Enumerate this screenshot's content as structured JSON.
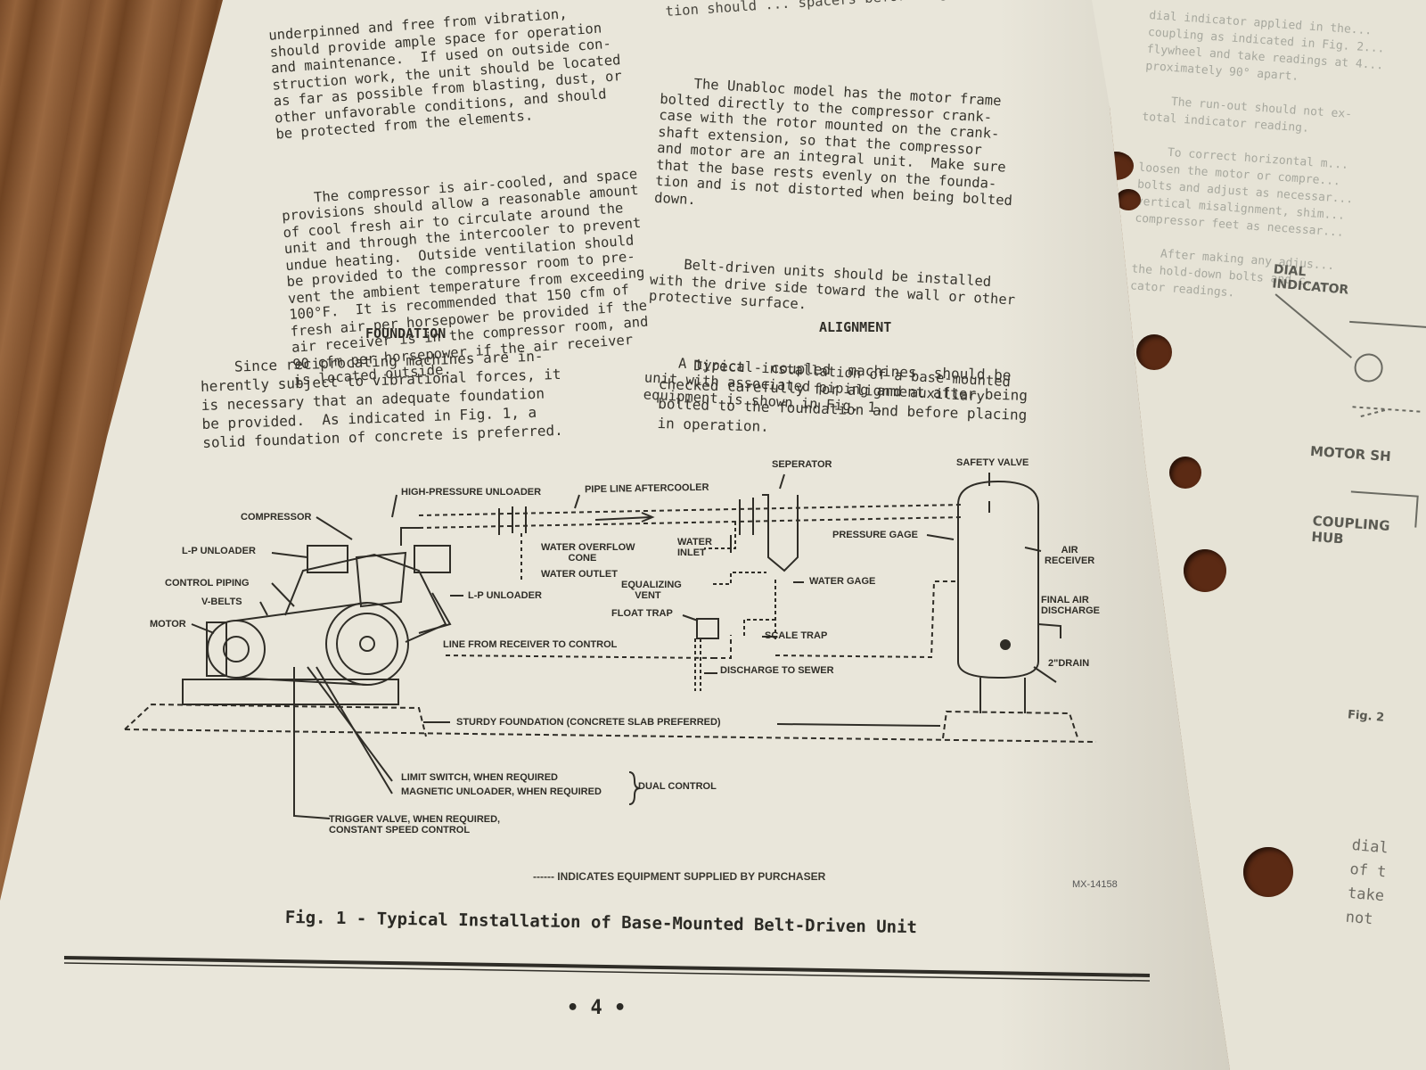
{
  "left_column": {
    "intro_lines": [
      "underpinned and free from vibration,",
      "should provide ample space for operation",
      "and maintenance.  If used on outside con-",
      "struction work, the unit should be located",
      "as far as possible from blasting, dust, or",
      "other unfavorable conditions, and should",
      "be protected from the elements."
    ],
    "air_lines": [
      "    The compressor is air-cooled, and space",
      "provisions should allow a reasonable amount",
      "of cool fresh air to circulate around the",
      "unit and through the intercooler to prevent",
      "undue heating.  Outside ventilation should",
      "be provided to the compressor room to pre-",
      "vent the ambient temperature from exceeding",
      "100°F.  It is recommended that 150 cfm of",
      "fresh air per horsepower be provided if the",
      "air receiver is in the compressor room, and",
      "90 cfm per horsepower if the air receiver",
      "is located outside."
    ],
    "foundation_heading": "FOUNDATION",
    "foundation_lines": [
      "    Since reciprocating machines are in-",
      "herently subject to vibrational forces, it",
      "is necessary that an adequate foundation",
      "be provided.  As indicated in Fig. 1, a",
      "solid foundation of concrete is preferred."
    ]
  },
  "right_column": {
    "top_lines": [
      "tion should ... spacers before tightening foundation bolts."
    ],
    "unabloc_lines": [
      "    The Unabloc model has the motor frame",
      "bolted directly to the compressor crank-",
      "case with the rotor mounted on the crank-",
      "shaft extension, so that the compressor",
      "and motor are an integral unit.  Make sure",
      "that the base rests evenly on the founda-",
      "tion and is not distorted when being bolted",
      "down."
    ],
    "belt_lines": [
      "    Belt-driven units should be installed",
      "with the drive side toward the wall or other",
      "protective surface."
    ],
    "typical_lines": [
      "    A typical installation of a base-mounted",
      "unit with associated piping and auxiliary",
      "equipment is shown in Fig. 1."
    ],
    "alignment_heading": "ALIGNMENT",
    "alignment_lines": [
      "    Direct - coupled  machines  should be",
      "checked carefully for alignment after being",
      "bolted to the foundation and before placing",
      "in operation."
    ]
  },
  "figure": {
    "labels": {
      "high_pressure_unloader": "HIGH-PRESSURE UNLOADER",
      "pipe_line_aftercooler": "PIPE LINE AFTERCOOLER",
      "seperator": "SEPERATOR",
      "safety_valve": "SAFETY VALVE",
      "compressor": "COMPRESSOR",
      "lp_unloader_left": "L-P UNLOADER",
      "control_piping": "CONTROL PIPING",
      "v_belts": "V-BELTS",
      "motor": "MOTOR",
      "water_overflow_cone": "WATER OVERFLOW\n          CONE",
      "water_outlet": "WATER OUTLET",
      "water_inlet": "WATER\nINLET",
      "lp_unloader_right": "L-P UNLOADER",
      "pressure_gage": "PRESSURE GAGE",
      "air_receiver": "AIR\nRECEIVER",
      "equalizing_vent": "EQUALIZING\n     VENT",
      "water_gage": "WATER GAGE",
      "float_trap": "FLOAT TRAP",
      "scale_trap": "SCALE TRAP",
      "final_air_discharge": "FINAL AIR\nDISCHARGE",
      "line_from_receiver": "LINE FROM RECEIVER TO CONTROL",
      "drain": "2\"DRAIN",
      "discharge_to_sewer": "DISCHARGE TO SEWER",
      "sturdy_foundation": "STURDY FOUNDATION (CONCRETE SLAB PREFERRED)",
      "limit_switch": "LIMIT SWITCH, WHEN REQUIRED",
      "magnetic_unloader": "MAGNETIC UNLOADER, WHEN REQUIRED",
      "dual_control": "DUAL CONTROL",
      "trigger_valve": "TRIGGER VALVE, WHEN REQUIRED,\nCONSTANT SPEED CONTROL"
    },
    "legend_note": "------ INDICATES EQUIPMENT SUPPLIED BY PURCHASER",
    "reference": "MX-14158",
    "caption": "Fig. 1 - Typical Installation of Base-Mounted Belt-Driven Unit"
  },
  "page_number": "• 4 •",
  "next_page": {
    "faded_lines": [
      "dial indicator applied in the...",
      "coupling as indicated in Fig. 2...",
      "flywheel and take readings at 4...",
      "proximately 90° apart.",
      "",
      "    The run-out should not ex-",
      "total indicator reading.",
      "",
      "    To correct horizontal m...",
      "loosen the motor or compre...",
      "bolts and adjust as necessar...",
      "vertical misalignment, shim...",
      "compressor feet as necessar...",
      "",
      "    After making any adjus...",
      "the hold-down bolts and c...",
      "cator readings."
    ],
    "dial_indicator": "DIAL\nINDICATOR",
    "motor_shaft": "MOTOR SH",
    "coupling_hub": "COUPLING\nHUB",
    "fig_ref": "Fig. 2",
    "bottom_lines": [
      "dial",
      "of t",
      "take",
      "not"
    ]
  },
  "colors": {
    "paper": "#e9e6da",
    "ink": "#35332c",
    "wood": "#8a5a34",
    "hole": "#5b2a14"
  }
}
